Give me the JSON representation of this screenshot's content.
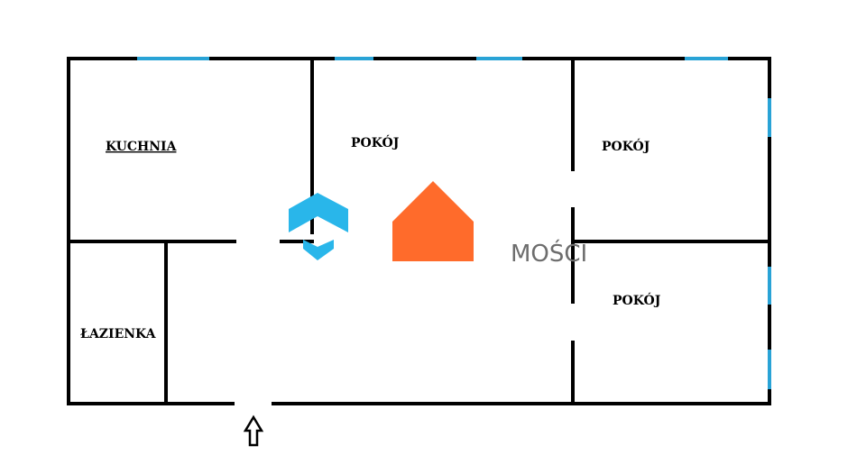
{
  "plan": {
    "rooms": [
      {
        "id": "kuchnia",
        "label": "KUCHNIA",
        "underlined": true
      },
      {
        "id": "pokoj-center",
        "label": "POKÓJ",
        "underlined": false
      },
      {
        "id": "pokoj-right-top",
        "label": "POKÓJ",
        "underlined": false
      },
      {
        "id": "pokoj-right-bottom",
        "label": "POKÓJ",
        "underlined": false
      },
      {
        "id": "lazienka",
        "label": "ŁAZIENKA",
        "underlined": false
      }
    ],
    "entrance": "entrance-arrow",
    "colors": {
      "walls": "#000000",
      "windows": "#29a3d6",
      "background": "#ffffff"
    }
  },
  "watermark": {
    "text_fragment": "MOŚCI",
    "colors": {
      "blue_logo": "#29b6ea",
      "orange_house": "#ff6b2b"
    }
  }
}
